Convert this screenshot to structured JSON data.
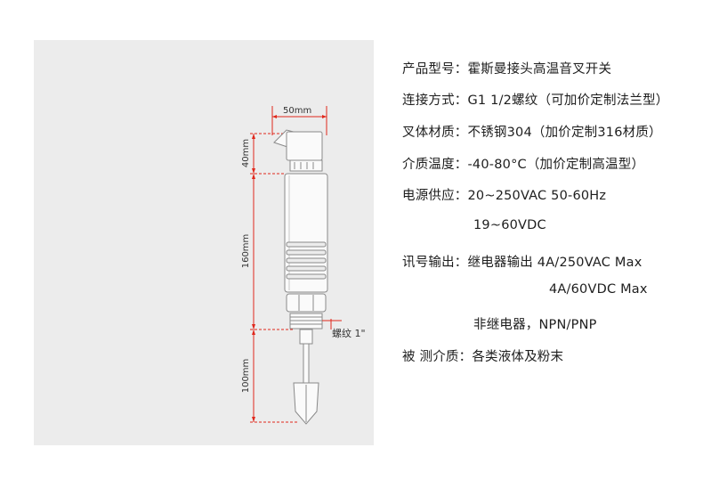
{
  "drawing": {
    "dim_width": "50mm",
    "dim_head": "40mm",
    "dim_body": "160mm",
    "dim_probe": "100mm",
    "thread_label": "螺纹 1\""
  },
  "specs": {
    "model_label": "产品型号：",
    "model_value": "霍斯曼接头高温音叉开关",
    "connect_label": "连接方式：",
    "connect_value": "G1 1/2螺纹（可加价定制法兰型）",
    "material_label": "叉体材质：",
    "material_value": "不锈钢304（加价定制316材质）",
    "temp_label": "介质温度：",
    "temp_value": "-40-80°C（加价定制高温型）",
    "power_label": "电源供应：",
    "power_value_1": "20~250VAC  50-60Hz",
    "power_value_2": "19~60VDC",
    "output_label": "讯号输出：",
    "output_value_1": "继电器输出 4A/250VAC Max",
    "output_value_2": "4A/60VDC Max",
    "output_value_3": "非继电器，NPN/PNP",
    "medium_label": "被 测介质：",
    "medium_value": "各类液体及粉末"
  }
}
